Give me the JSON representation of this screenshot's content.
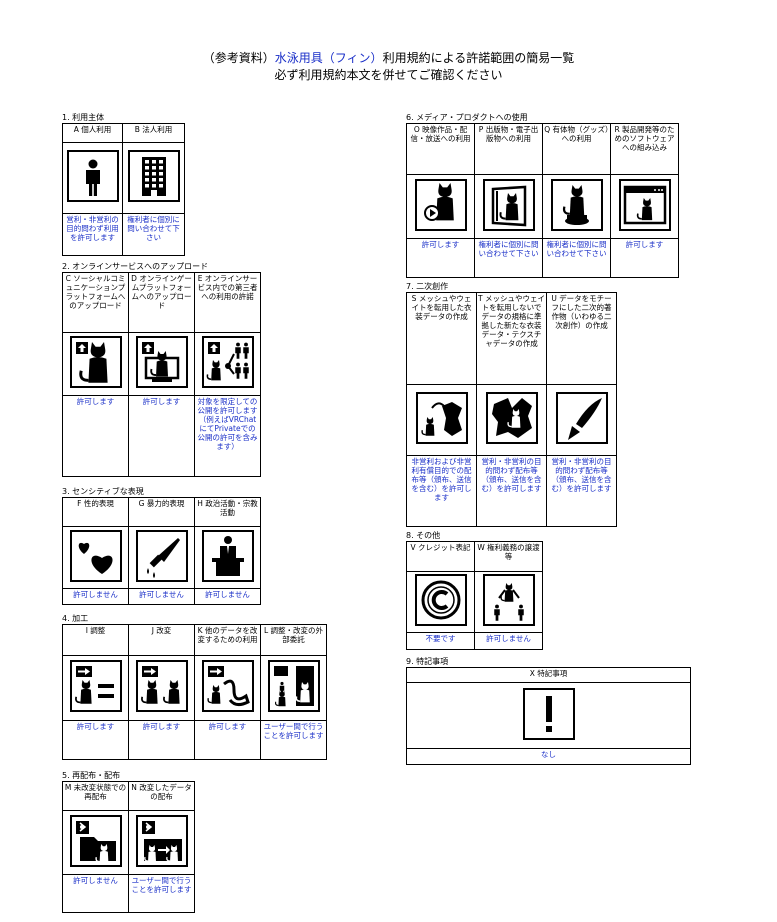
{
  "header": {
    "line1_prefix": "（参考資料）",
    "line1_highlight": "水泳用具（フィン）",
    "line1_suffix": "利用規約による許諾範囲の簡易一覧",
    "line2": "必ず利用規約本文を併せてご確認ください"
  },
  "sections": {
    "s1": {
      "title": "1. 利用主体",
      "cols": [
        {
          "head": "A 個人利用",
          "icon": "person-icon",
          "result": "営利・非営利の目的問わず利用を許可します"
        },
        {
          "head": "B 法人利用",
          "icon": "building-icon",
          "result": "権利者に個別に問い合わせて下さい"
        }
      ]
    },
    "s2": {
      "title": "2. オンラインサービスへのアップロード",
      "cols": [
        {
          "head": "C ソーシャルコミュニケーションプラットフォームへのアップロード",
          "icon": "upload-cat-icon",
          "result": "許可します"
        },
        {
          "head": "D オンラインゲームプラットフォームへのアップロード",
          "icon": "upload-monitor-icon",
          "result": "許可します"
        },
        {
          "head": "E オンラインサービス内での第三者への利用の許諾",
          "icon": "share-users-icon",
          "result": "対象を限定しての公開を許可します（例えばVRChatにてPrivateでの公開の許可を含みます）"
        }
      ]
    },
    "s3": {
      "title": "3. センシティブな表現",
      "cols": [
        {
          "head": "F 性的表現",
          "icon": "hearts-icon",
          "result": "許可しません"
        },
        {
          "head": "G 暴力的表現",
          "icon": "knife-icon",
          "result": "許可しません"
        },
        {
          "head": "H 政治活動・宗教活動",
          "icon": "podium-speaker-icon",
          "result": "許可しません"
        }
      ]
    },
    "s4": {
      "title": "4. 加工",
      "cols": [
        {
          "head": "I 調整",
          "icon": "adjust-icon",
          "result": "許可します"
        },
        {
          "head": "J 改変",
          "icon": "modify-icon",
          "result": "許可します"
        },
        {
          "head": "K 他のデータを改変するための利用",
          "icon": "use-for-other-data-icon",
          "result": "許可します"
        },
        {
          "head": "L 調整・改変の外部委託",
          "icon": "outsource-icon",
          "result": "ユーザー間で行うことを許可します"
        }
      ]
    },
    "s5": {
      "title": "5. 再配布・配布",
      "cols": [
        {
          "head": "M 未改変状態での再配布",
          "icon": "redistribute-folder-icon",
          "result": "許可しません"
        },
        {
          "head": "N 改変したデータの配布",
          "icon": "distribute-modified-icon",
          "result": "ユーザー間で行うことを許可します"
        }
      ]
    },
    "s6": {
      "title": "6. メディア・プロダクトへの使用",
      "cols": [
        {
          "head": "O 映像作品・配信・放送への利用",
          "icon": "video-cat-icon",
          "result": "許可します"
        },
        {
          "head": "P 出版物・電子出版物への利用",
          "icon": "book-cat-icon",
          "result": "権利者に個別に問い合わせて下さい"
        },
        {
          "head": "Q 有体物（グッズ）への利用",
          "icon": "figure-cat-icon",
          "result": "権利者に個別に問い合わせて下さい"
        },
        {
          "head": "R 製品開発等のためのソフトウェアへの組み込み",
          "icon": "software-window-icon",
          "result": "許可します"
        }
      ]
    },
    "s7": {
      "title": "7. 二次創作",
      "cols": [
        {
          "head": "S メッシュやウェイトを転用した衣装データの作成",
          "icon": "costume-mesh-icon",
          "result": "非営利および非営利有償目的での配布等（頒布、送信を含む）を許可します"
        },
        {
          "head": "T メッシュやウェイトを転用しないでデータの規格に準拠した新たな衣装データ・テクスチャデータの作成",
          "icon": "new-costume-icon",
          "result": "営利・非営利の目的問わず配布等（頒布、送信を含む）を許可します"
        },
        {
          "head": "U データをモチーフにした二次的著作物（いわゆる二次創作）の作成",
          "icon": "pen-nib-icon",
          "result": "営利・非営利の目的問わず配布等（頒布、送信を含む）を許可します"
        }
      ]
    },
    "s8": {
      "title": "8. その他",
      "cols": [
        {
          "head": "V クレジット表記",
          "icon": "copyright-icon",
          "result": "不要です"
        },
        {
          "head": "W 権利義務の譲渡等",
          "icon": "transfer-rights-icon",
          "result": "許可しません"
        }
      ]
    },
    "s9": {
      "title": "9. 特記事項",
      "cols": [
        {
          "head": "X 特記事項",
          "icon": "exclamation-icon",
          "result": "なし"
        }
      ]
    }
  }
}
